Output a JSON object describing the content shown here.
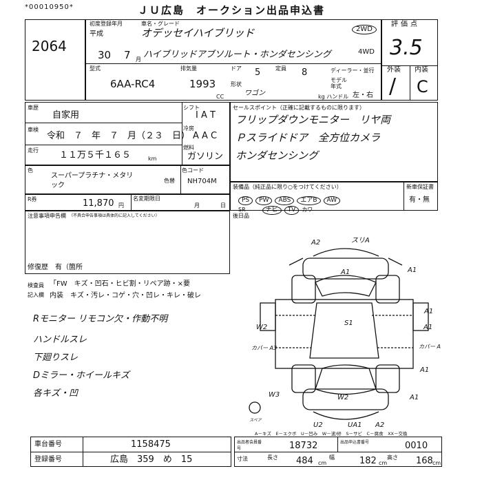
{
  "header": {
    "serial": "*00010950*",
    "title": "ＪＵ広島　オークション出品申込書"
  },
  "lot": {
    "number": "2064"
  },
  "vehicle": {
    "first_reg_label": "初度登録年月",
    "car_name_label": "車名・グレード",
    "era": "平成",
    "year": "30",
    "month": "7",
    "month_unit": "月",
    "name": "オデッセイハイブリッド",
    "grade": "ハイブリッドアブソルート・ホンダセンシング",
    "drive_2wd": "2WD",
    "drive_4wd": "4WD",
    "model_label": "型式",
    "displacement_label": "排気量",
    "doors_label": "ドア",
    "capacity_label": "定員",
    "dealer_label": "ディーラー・並行",
    "model": "6AA-RC4",
    "displacement": "1993",
    "cc": "CC",
    "doors": "5",
    "capacity": "8",
    "body_label": "形状",
    "body": "ワゴン",
    "model_year_label": "モデル年式",
    "handle_label": "kg ハンドル",
    "handle": "左・右"
  },
  "score": {
    "label": "評価点",
    "value": "3.5",
    "exterior_label": "外装",
    "interior_label": "内装",
    "exterior": "/",
    "interior": "C"
  },
  "usage": {
    "usage_label": "車歴",
    "usage": "自家用",
    "inspection_label": "車検",
    "inspection": "令和　７　年　７　月（２３　日）",
    "mileage_label": "走行",
    "mileage": "１１万５千１６５",
    "mileage_unit": "km",
    "shift_label": "シフト",
    "shift": "I A T",
    "ac_label": "冷房",
    "ac": "A A C",
    "fuel_label": "燃料",
    "fuel": "ガソリン"
  },
  "sales_points": {
    "label": "セールスポイント（正確に記載するものに限ります）",
    "lines": [
      "フリップダウンモニター　リヤ両",
      "Ｐスライドドア　全方位カメラ",
      "ホンダセンシング"
    ]
  },
  "color": {
    "label": "色",
    "value_line1": "スーパープラチナ・メタリ",
    "value_line2": "ック",
    "code_label": "色コード",
    "code_sub": "色替",
    "code": "NH704M"
  },
  "recycle": {
    "label": "R券",
    "amount": "11,870",
    "yen": "円",
    "transfer_label": "名変期限日",
    "month": "月",
    "day": "日"
  },
  "equipment": {
    "label": "装備品（純正品に限り○をつけてください）",
    "items": [
      "PS",
      "PW",
      "ABS",
      "エアB",
      "AW",
      "SR",
      "ナビ",
      "TV",
      "カワ"
    ],
    "new_label": "新車保証書",
    "new_value": "有・無"
  },
  "notes": {
    "label": "注意事項申告欄",
    "sub": "（不具合申告事項は具体的に記入してください）",
    "repair": "修復歴　有（箇所",
    "later_label": "後日品"
  },
  "inspector": {
    "label1": "検査員",
    "label2": "記入欄",
    "line1": "「FW　キズ・凹石・ヒビ割・リペア跡・×要",
    "line2": "内装　キズ・汚レ・コゲ・穴・凹レ・キレ・破レ",
    "handwritten": [
      "Rモニター リモコン欠・作動不明",
      "ハンドルスレ",
      "下廻りスレ",
      "Dミラー・ホイールキズ",
      "各キズ・凹"
    ]
  },
  "diagram": {
    "marks": [
      "A2",
      "スリA",
      "A1",
      "A1",
      "A1",
      "A1",
      "W2",
      "S1",
      "カバー A2",
      "カバー A3",
      "A1",
      "W3",
      "W2",
      "A1",
      "U2",
      "UA1",
      "A2",
      "スペア"
    ],
    "legend": "A－キズ　E－エクボ　U－凹み　W－波/修　S－サビ　C－腐食　XX－交換"
  },
  "footer": {
    "car_no_label": "車台番号",
    "car_no": "1158475",
    "reg_no_label": "登録番号",
    "reg_no": "広島　359　め　15",
    "member_label": "出品者会員番号",
    "member": "18732",
    "booking_label": "出品申込書番号",
    "booking": "0010",
    "dim_label": "寸法",
    "length_label": "長さ",
    "length": "484",
    "width_label": "幅",
    "width": "182",
    "height_label": "高さ",
    "height": "168",
    "cm": "cm"
  }
}
